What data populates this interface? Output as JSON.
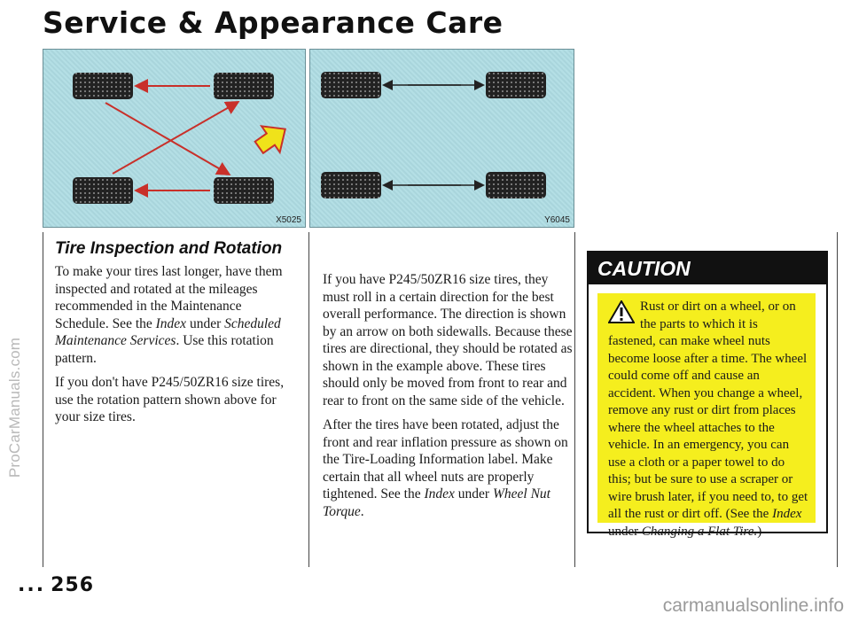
{
  "title": "Service & Appearance Care",
  "watermark_side": "ProCarManuals.com",
  "watermark_bottom": "carmanualsonline.info",
  "figures": [
    {
      "code": "X5025",
      "pattern": "cross rotation"
    },
    {
      "code": "Y6045",
      "pattern": "side-to-side directional"
    }
  ],
  "section_heading": "Tire Inspection and Rotation",
  "col1": {
    "p1_a": "To make your tires last longer, have them inspected and rotated at the mileages recommended in the Maintenance Schedule. See the ",
    "p1_index": "Index",
    "p1_b": " under ",
    "p1_sched": "Scheduled Maintenance Services",
    "p1_c": ". Use this rotation pattern.",
    "p2": "If you don't have P245/50ZR16 size tires, use the rotation pattern shown above for your size tires."
  },
  "col2": {
    "p1": "If you have P245/50ZR16 size tires, they must roll in a certain direction for the best overall performance. The direction is shown by an arrow on both sidewalls. Because these tires are directional, they should be rotated as shown in the example above. These tires should only be moved from front to rear and rear to front on the same side of the vehicle.",
    "p2_a": "After the tires have been rotated, adjust the front and rear inflation pressure as shown on the Tire-Loading Information label. Make certain that all wheel nuts are properly tightened. See the ",
    "p2_index": "Index",
    "p2_b": " under ",
    "p2_wheel": "Wheel Nut Torque",
    "p2_c": "."
  },
  "caution": {
    "header": "CAUTION",
    "body_a": "Rust or dirt on a wheel, or on the parts to which it is fastened, can make wheel nuts become loose after a time. The wheel could come off and cause an accident. When you change a wheel, remove any rust or dirt from places where the wheel attaches to the vehicle. In an emergency, you can use a cloth or a paper towel to do this; but be sure to use a scraper or wire brush later, if you need to, to get all the rust or dirt off. (See the ",
    "body_index": "Index",
    "body_b": " under ",
    "body_flat": "Changing a Flat Tire.",
    "body_c": ")"
  },
  "page_number": "256",
  "page_dots": "...",
  "colors": {
    "figure_bg": "#aedce3",
    "arrow_red": "#c8302a",
    "caution_yellow": "#f5ee1e",
    "hint_arrow": "#f0e21a"
  }
}
